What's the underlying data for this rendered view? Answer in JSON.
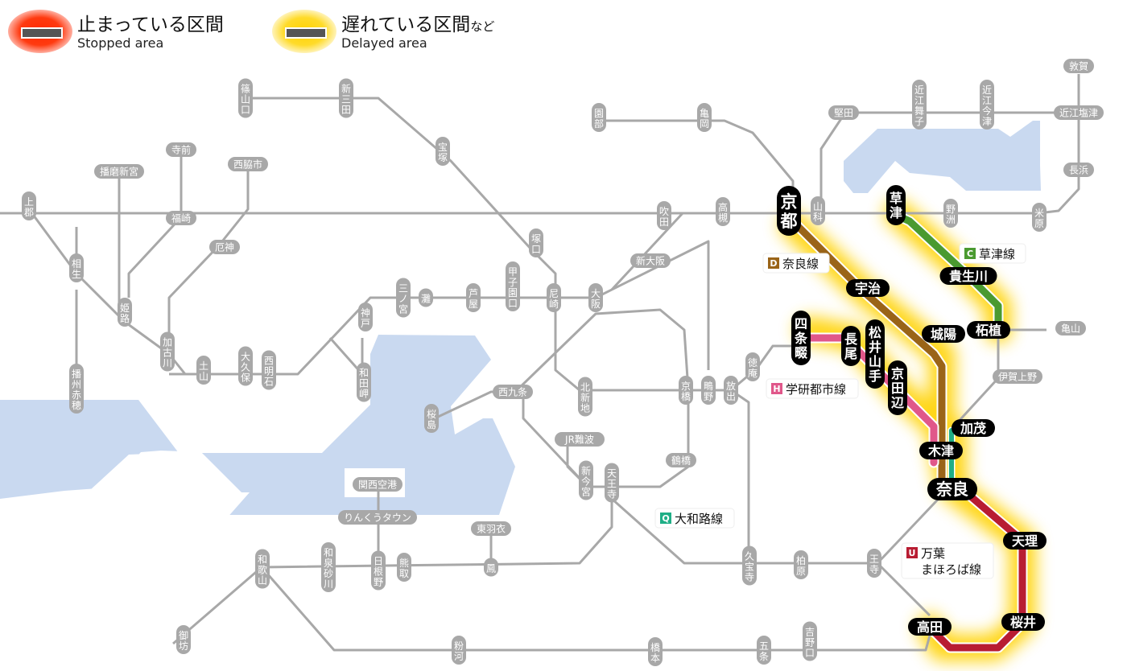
{
  "legend": {
    "stopped": {
      "ja": "止まっている区間",
      "en": "Stopped area",
      "color": "#ff2a00"
    },
    "delayed": {
      "ja": "遅れている区間",
      "ja_suffix": "など",
      "en": "Delayed area",
      "color": "#ffd200"
    }
  },
  "colors": {
    "water": "#c9d9f0",
    "normal_line": "#a8a8a8",
    "nara_line": "#9a6418",
    "kusatsu_line": "#4a9a30",
    "gakkentoshi_line": "#e0578a",
    "yamatoji_line": "#1fae86",
    "manyo_line": "#b81c32",
    "delay_glow": "#ffd200"
  },
  "line_labels": {
    "nara": {
      "badge": "D",
      "name": "奈良線",
      "color": "#9a6418"
    },
    "kusatsu": {
      "badge": "C",
      "name": "草津線",
      "color": "#4a9a30"
    },
    "gakkentoshi": {
      "badge": "H",
      "name": "学研都市線",
      "color": "#e0578a"
    },
    "yamatoji": {
      "badge": "Q",
      "name": "大和路線",
      "color": "#1fae86"
    },
    "manyo": {
      "badge": "U",
      "name1": "万葉",
      "name2": "まほろば線",
      "color": "#b81c32"
    }
  },
  "stations_affected": {
    "kyoto": "京都",
    "uji": "宇治",
    "joyo": "城陽",
    "kizu": "木津",
    "nara": "奈良",
    "kusatsu": "草津",
    "kibukawa": "貴生川",
    "tsuge": "柘植",
    "kamo": "加茂",
    "shijonawate": "四条畷",
    "nagao": "長尾",
    "matsuiyamate": "松井山手",
    "kyotanabe": "京田辺",
    "tenri": "天理",
    "sakurai": "桜井",
    "takada": "高田"
  },
  "stations": {
    "sasayamaguchi": "篠山口",
    "shinsanda": "新三田",
    "takarazuka": "宝塚",
    "tsukaguchi": "塚口",
    "sonobe": "園部",
    "kameoka": "亀岡",
    "katata": "堅田",
    "omimaiko": "近江舞子",
    "omiimazu": "近江今津",
    "tsuruga": "敦賀",
    "omishiotsu": "近江塩津",
    "nagahama": "長浜",
    "maibara": "米原",
    "yasu": "野洲",
    "yamashina": "山科",
    "takatsuki": "高槻",
    "suita": "吹田",
    "shinosaka": "新大阪",
    "osaka": "大阪",
    "amagasaki": "尼崎",
    "koshienguchi": "甲子園口",
    "ashiya": "芦屋",
    "nada": "灘",
    "sannomiya": "三ノ宮",
    "kobe": "神戸",
    "wadamisaki": "和田岬",
    "nishiakashi": "西明石",
    "okubo": "大久保",
    "dozan": "土山",
    "kakogawa": "加古川",
    "himeji": "姫路",
    "aioi": "相生",
    "kamigori": "上郡",
    "banshuako": "播州赤穂",
    "harimashingu": "播磨新宮",
    "teramae": "寺前",
    "fukusaki": "福崎",
    "nishiwakishi": "西脇市",
    "yakujin": "厄神",
    "nishikujo": "西九条",
    "sakurajima": "桜島",
    "kitashinchi": "北新地",
    "kyobashi": "京橋",
    "shigino": "鴫野",
    "hanaten": "放出",
    "tokuan": "徳庵",
    "jrnamba": "JR難波",
    "shinimamiya": "新今宮",
    "tennoji": "天王寺",
    "tsuruhashi": "鶴橋",
    "kansaiairport": "関西空港",
    "rinkutown": "りんくうタウン",
    "higashihagoromo": "東羽衣",
    "otori": "鳳",
    "kumatori": "熊取",
    "hineno": "日根野",
    "izumisunagawa": "和泉砂川",
    "wakayama": "和歌山",
    "gobo": "御坊",
    "kokawa": "粉河",
    "hashimoto": "橋本",
    "gojo": "五条",
    "yoshinoguchi": "吉野口",
    "kyuhoji": "久宝寺",
    "kashiwara": "柏原",
    "oji": "王寺",
    "kameyama": "亀山",
    "igaueno": "伊賀上野"
  }
}
